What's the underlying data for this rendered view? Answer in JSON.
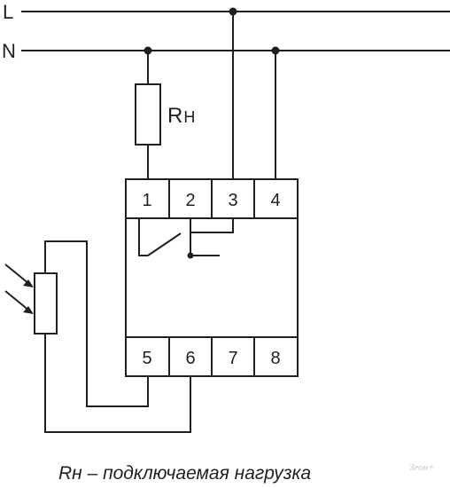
{
  "lines": {
    "phase": "L",
    "neutral": "N"
  },
  "load_label": {
    "main": "R",
    "sub": "Н"
  },
  "terminals_top": [
    "1",
    "2",
    "3",
    "4"
  ],
  "terminals_bottom": [
    "5",
    "6",
    "7",
    "8"
  ],
  "caption": "Rн – подключаемая нагрузка",
  "watermark": "Зеон+",
  "colors": {
    "line": "#231f20",
    "background": "#ffffff",
    "watermark": "#c8c8c8"
  }
}
